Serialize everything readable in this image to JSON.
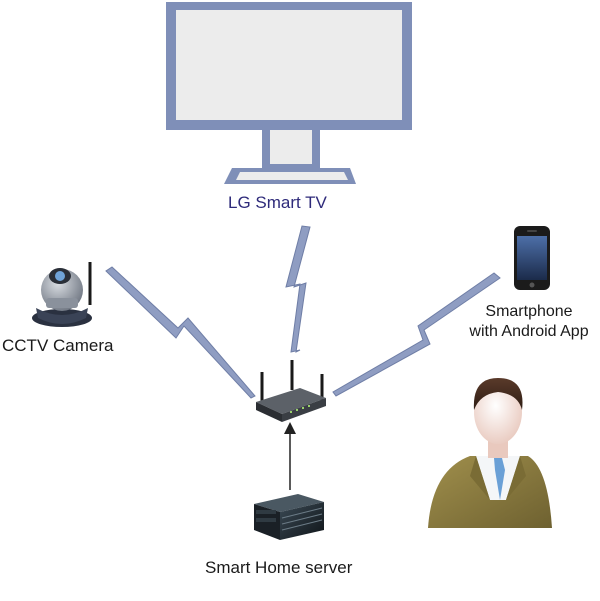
{
  "nodes": {
    "tv": {
      "label": "LG Smart TV",
      "icon": "tv-monitor-icon"
    },
    "cctv": {
      "label": "CCTV Camera",
      "icon": "ip-camera-icon"
    },
    "phone": {
      "label_line1": "Smartphone",
      "label_line2": "with Android App",
      "icon": "smartphone-icon"
    },
    "router": {
      "icon": "wireless-router-icon"
    },
    "server": {
      "label": "Smart Home server",
      "icon": "rack-server-icon"
    },
    "user": {
      "icon": "user-person-icon"
    }
  },
  "links": [
    {
      "from": "router",
      "to": "tv",
      "type": "wireless"
    },
    {
      "from": "router",
      "to": "cctv",
      "type": "wireless"
    },
    {
      "from": "router",
      "to": "phone",
      "type": "wireless"
    },
    {
      "from": "server",
      "to": "router",
      "type": "wired"
    }
  ],
  "colors": {
    "tv_frame": "#7f8fb8",
    "tv_screen": "#ececec",
    "wireless": "#8f9dc2",
    "suit": "#8a7b40"
  }
}
